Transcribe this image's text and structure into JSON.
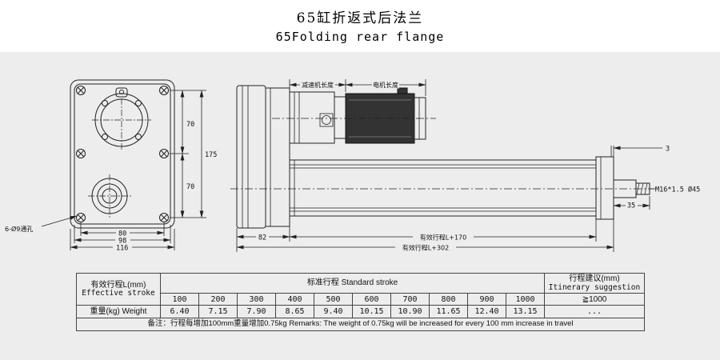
{
  "page": {
    "title_cn": "65缸折返式后法兰",
    "title_en": "65Folding rear flange"
  },
  "drawing": {
    "front_view": {
      "hole_label": "6-Ø9通孔",
      "dim_hole_top": "70",
      "dim_hole_bottom": "70",
      "dim_height": "175",
      "dim_width_inner": "80",
      "dim_width_mid": "98",
      "dim_width_outer": "116"
    },
    "side_view": {
      "reducer_length_label": "减速机长度",
      "motor_length_label": "电机长度",
      "dim_rear": "82",
      "dim_stroke_1": "有效行程L+170",
      "dim_stroke_2": "有效行程L+302",
      "rod_thread_label": "M16*1.5 Ø45",
      "dim_rod_length": "35",
      "dim_gap": "3"
    }
  },
  "table": {
    "effective_stroke": {
      "cn": "有效行程L(mm)",
      "en": "Effective stroke"
    },
    "standard_stroke": "标准行程  Standard stroke",
    "itinerary": {
      "cn": "行程建议(mm)",
      "en": "Itinerary suggestion"
    },
    "strokes": [
      "100",
      "200",
      "300",
      "400",
      "500",
      "600",
      "700",
      "800",
      "900",
      "1000"
    ],
    "itinerary_value": "≧1000",
    "weight_label": "重量(kg) Weight",
    "weights": [
      "6.40",
      "7.15",
      "7.90",
      "8.65",
      "9.40",
      "10.15",
      "10.90",
      "11.65",
      "12.40",
      "13.15"
    ],
    "weight_itinerary": "...",
    "remarks": "备注：行程每增加100mm重量增加0.75kg    Remarks: The weight of 0.75kg will be increased for every 100 mm increase in travel"
  }
}
